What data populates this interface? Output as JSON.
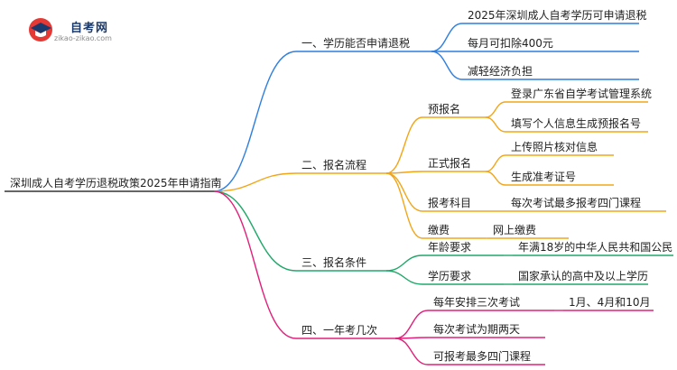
{
  "logo": {
    "title": "自考网",
    "subtitle": "zikao-zikao.com",
    "icon": "graduation-cap-icon",
    "colors": {
      "circle": "#e53935",
      "cap": "#1a3a6e"
    }
  },
  "root": {
    "label": "深圳成人自考学历退税政策2025年申请指南",
    "color": "#333333"
  },
  "branches": [
    {
      "label": "一、学历能否申请退税",
      "color": "#2f7fe0",
      "children": [
        {
          "label": "2025年深圳成人自考学历可申请退税"
        },
        {
          "label": "每月可扣除400元"
        },
        {
          "label": "减轻经济负担"
        }
      ]
    },
    {
      "label": "二、报名流程",
      "color": "#f2a516",
      "children": [
        {
          "label": "预报名",
          "children": [
            {
              "label": "登录广东省自学考试管理系统"
            },
            {
              "label": "填写个人信息生成预报名号"
            }
          ]
        },
        {
          "label": "正式报名",
          "children": [
            {
              "label": "上传照片核对信息"
            },
            {
              "label": "生成准考证号"
            }
          ]
        },
        {
          "label": "报考科目",
          "children": [
            {
              "label": "每次考试最多报考四门课程"
            }
          ]
        },
        {
          "label": "缴费",
          "children": [
            {
              "label": "网上缴费"
            }
          ]
        }
      ]
    },
    {
      "label": "三、报名条件",
      "color": "#20a86a",
      "children": [
        {
          "label": "年龄要求",
          "children": [
            {
              "label": "年满18岁的中华人民共和国公民"
            }
          ]
        },
        {
          "label": "学历要求",
          "children": [
            {
              "label": "国家承认的高中及以上学历"
            }
          ]
        }
      ]
    },
    {
      "label": "四、一年考几次",
      "color": "#e0207a",
      "children": [
        {
          "label": "每年安排三次考试",
          "children": [
            {
              "label": "1月、4月和10月"
            }
          ]
        },
        {
          "label": "每次考试为期两天"
        },
        {
          "label": "可报考最多四门课程"
        }
      ]
    }
  ]
}
